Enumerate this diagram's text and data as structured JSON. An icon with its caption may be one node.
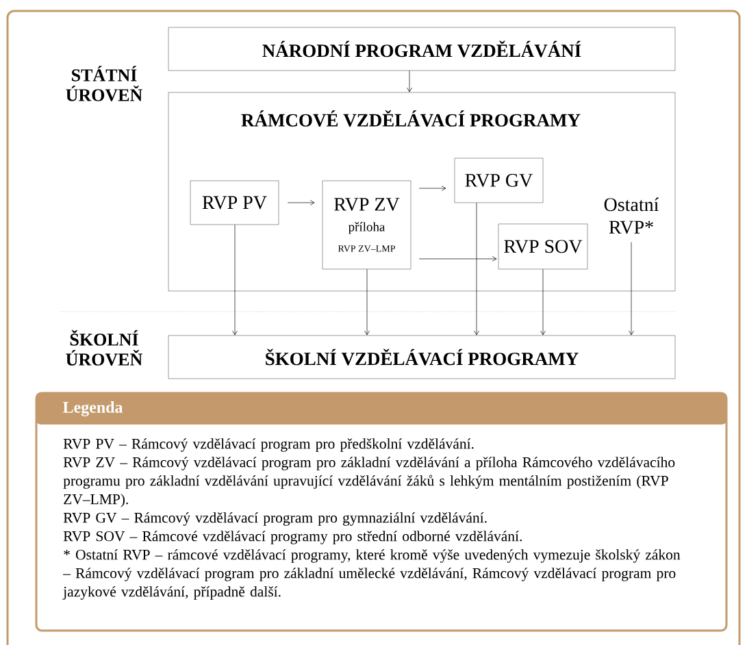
{
  "diagram": {
    "nodes": [
      {
        "text": [
          "NÁRODNÍ PROGRAM VZDĚLÁVÁNÍ"
        ]
      },
      {
        "text": [
          "RÁMCOVÉ VZDĚLÁVACÍ PROGRAMY"
        ]
      },
      {
        "text": [
          "RVP PV"
        ],
        "in": 1
      },
      {
        "text": [
          "RVP ZV",
          "příloha",
          "RVP ZV–LMP"
        ],
        "in": 1
      },
      {
        "text": [
          "RVP GV"
        ],
        "in": 1
      },
      {
        "text": [
          "RVP SOV"
        ],
        "in": 1
      },
      {
        "text": [
          "Ostatní RVP*"
        ],
        "in": 1
      },
      {
        "text": [
          "ŠKOLNÍ VZDĚLÁVACÍ PROGRAMY"
        ]
      },
      {
        "text": [
          "Legenda",
          "RVP PV – Rámcový vzdělávací program pro předškolní vzdělávání.",
          "RVP ZV – Rámcový vzdělávací program pro základní vzdělávání a příloha Rámcového vzdělávacího programu pro základní vzdělávání upravující vzdělávání žáků s lehkým mentálním postižením (RVP ZV–LMP).",
          "RVP GV – Rámcový vzdělávací program pro gymnaziální vzdělávání.",
          "RVP SOV – Rámcové vzdělávací programy pro střední odborné vzdělávání.",
          "* Ostatní RVP – rámcové vzdělávací programy, které kromě výše uvedených vymezuje školský zákon – Rámcový vzdělávací program pro základní umělecké vzdělávání, Rámcový vzdělávací program pro jazykové vzdělávání, případně další."
        ]
      }
    ],
    "edges": [
      {
        "from": 0,
        "to": 1,
        "arrow": "to"
      },
      {
        "from": 2,
        "to": 3,
        "arrow": "to"
      },
      {
        "from": 3,
        "to": 4,
        "arrow": "to"
      },
      {
        "from": 3,
        "to": 5,
        "arrow": "to"
      },
      {
        "from": 2,
        "to": 7,
        "arrow": "to"
      },
      {
        "from": 3,
        "to": 7,
        "arrow": "to"
      },
      {
        "from": 4,
        "to": 7,
        "arrow": "to"
      },
      {
        "from": 5,
        "to": 7,
        "arrow": "to"
      },
      {
        "from": 6,
        "to": 7,
        "arrow": "to"
      }
    ],
    "labels": [
      "STÁTNÍ ÚROVEŇ",
      "ŠKOLNÍ ÚROVEŇ"
    ]
  }
}
